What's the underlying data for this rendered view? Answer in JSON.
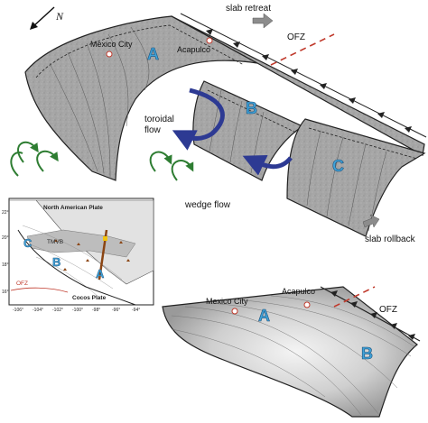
{
  "north": {
    "label": "N"
  },
  "top_diagram": {
    "slab_retreat": "slab retreat",
    "ofz": "OFZ",
    "mexico_city": "Mexico City",
    "acapulco": "Acapulco",
    "toroidal_flow": "toroidal\nflow",
    "wedge_flow": "wedge flow",
    "slab_rollback": "slab rollback",
    "segments": [
      "A",
      "B",
      "C"
    ]
  },
  "inset_map": {
    "north_american_plate": "North American Plate",
    "cocos_plate": "Cocos Plate",
    "tmvb": "TMVB",
    "ofz": "OFZ",
    "segments": [
      "A",
      "B",
      "C"
    ],
    "lat_ticks": [
      "22°",
      "20°",
      "18°",
      "16°"
    ],
    "lon_ticks": [
      "-106°",
      "-104°",
      "-102°",
      "-100°",
      "-98°",
      "-96°",
      "-94°"
    ]
  },
  "bottom_diagram": {
    "mexico_city": "Mexico City",
    "acapulco": "Acapulco",
    "ofz": "OFZ",
    "segments": [
      "A",
      "B"
    ]
  },
  "colors": {
    "slab_gray": "#a9a9a9",
    "flow_blue": "#2d3a93",
    "flow_green": "#2e7d32",
    "label_blue": "#3fa2d8",
    "ofz_red": "#c0392b",
    "tmvb_gray": "#bdbdbd"
  }
}
